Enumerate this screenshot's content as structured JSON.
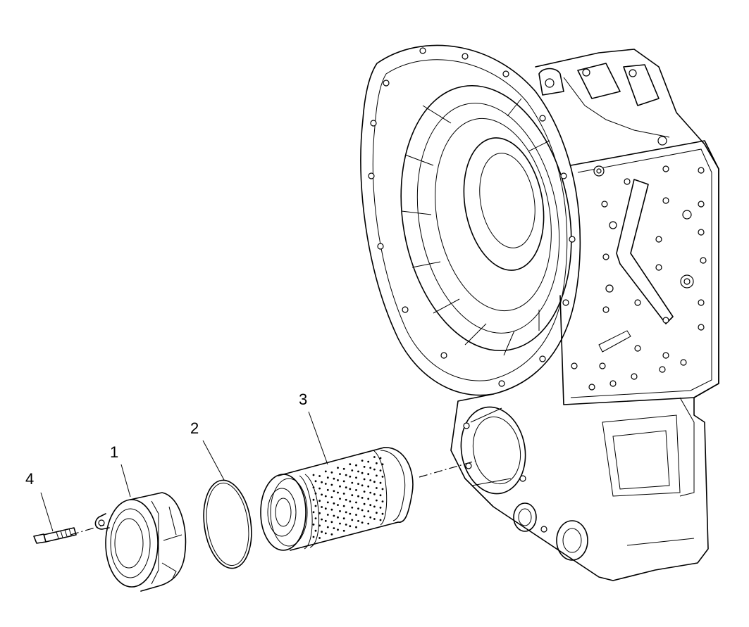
{
  "callouts": [
    {
      "id": "1",
      "label": "1"
    },
    {
      "id": "2",
      "label": "2"
    },
    {
      "id": "3",
      "label": "3"
    },
    {
      "id": "4",
      "label": "4"
    }
  ],
  "parts": [
    {
      "callout": "1",
      "icon": "filter-cover-icon"
    },
    {
      "callout": "2",
      "icon": "o-ring-icon"
    },
    {
      "callout": "3",
      "icon": "filter-element-icon"
    },
    {
      "callout": "4",
      "icon": "bolt-icon"
    },
    {
      "callout": "",
      "icon": "transmission-housing-icon"
    }
  ],
  "colors": {
    "line": "#000000",
    "background": "#ffffff"
  }
}
